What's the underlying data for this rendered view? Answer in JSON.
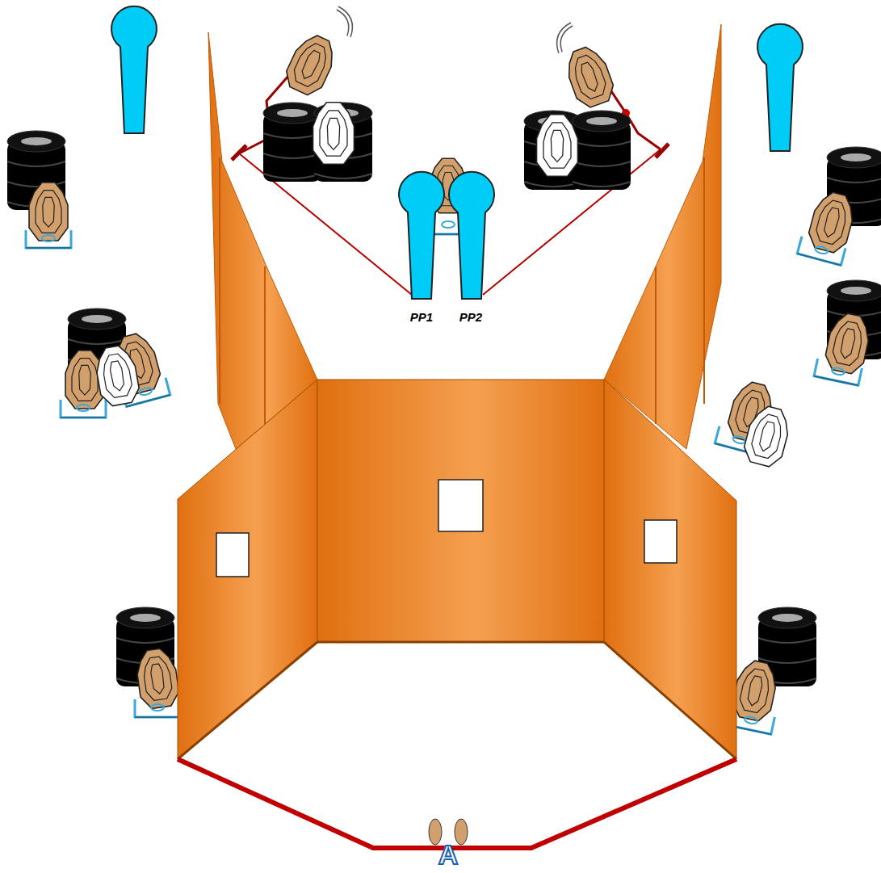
{
  "diagram": {
    "labels": [
      "PP1",
      "PP2",
      "A"
    ]
  }
}
